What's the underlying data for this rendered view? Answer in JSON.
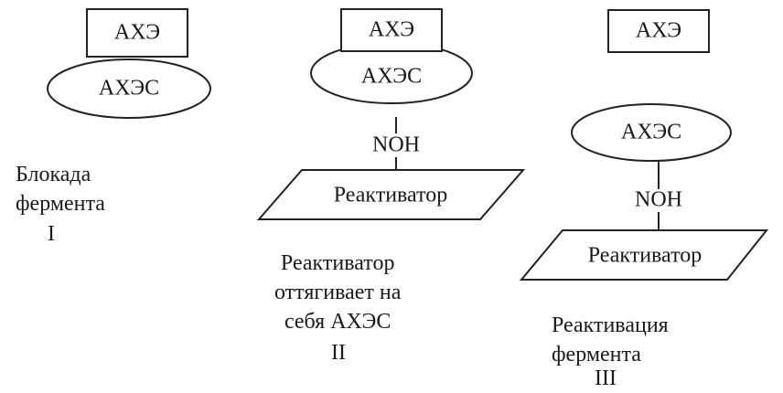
{
  "colors": {
    "ink": "#222222",
    "background": "#ffffff"
  },
  "stages": [
    {
      "enzyme_label": "АХЭ",
      "complex_label": "АХЭС",
      "caption_lines": [
        "Блокада",
        "фермента"
      ],
      "numeral": "I"
    },
    {
      "enzyme_label": "АХЭ",
      "complex_label": "АХЭС",
      "link_label": "NOH",
      "reactivator_label": "Реактиватор",
      "caption_lines": [
        "Реактиватор",
        "оттягивает на",
        "себя АХЭС"
      ],
      "numeral": "II"
    },
    {
      "enzyme_label": "АХЭ",
      "complex_label": "АХЭС",
      "link_label": "NOH",
      "reactivator_label": "Реактиватор",
      "caption_lines": [
        "Реактивация",
        "фермента"
      ],
      "numeral": "III"
    }
  ]
}
